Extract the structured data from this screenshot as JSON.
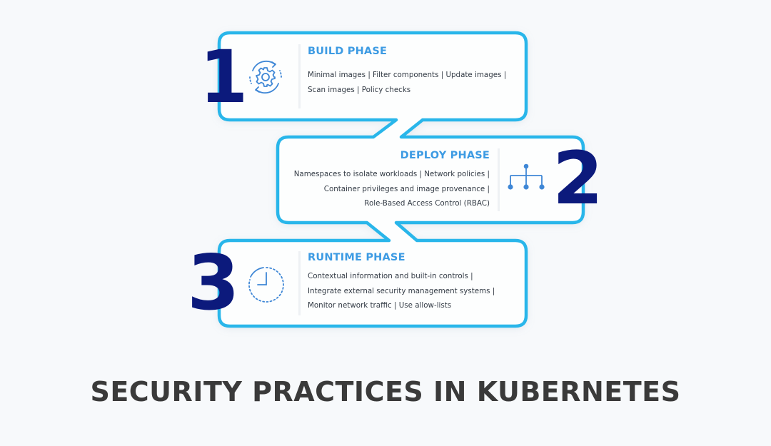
{
  "title": "SECURITY PRACTICES IN KUBERNETES",
  "colors": {
    "outline": "#29b6ea",
    "number": "#0c1a7c",
    "heading": "#3d9be3",
    "icon": "#3f87d6",
    "text": "#333b45"
  },
  "phases": [
    {
      "number": "1",
      "title": "BUILD PHASE",
      "icon": "gear-refresh-icon",
      "lines": [
        "Minimal images | Filter components | Update images |",
        "Scan images | Policy checks"
      ]
    },
    {
      "number": "2",
      "title": "DEPLOY PHASE",
      "icon": "network-hierarchy-icon",
      "lines": [
        "Namespaces to isolate workloads | Network policies |",
        "Container privileges and image provenance |",
        "Role-Based Access Control (RBAC)"
      ]
    },
    {
      "number": "3",
      "title": "RUNTIME PHASE",
      "icon": "clock-icon",
      "lines": [
        "Contextual information and built-in controls |",
        "Integrate external security management systems |",
        "Monitor network traffic | Use allow-lists"
      ]
    }
  ]
}
